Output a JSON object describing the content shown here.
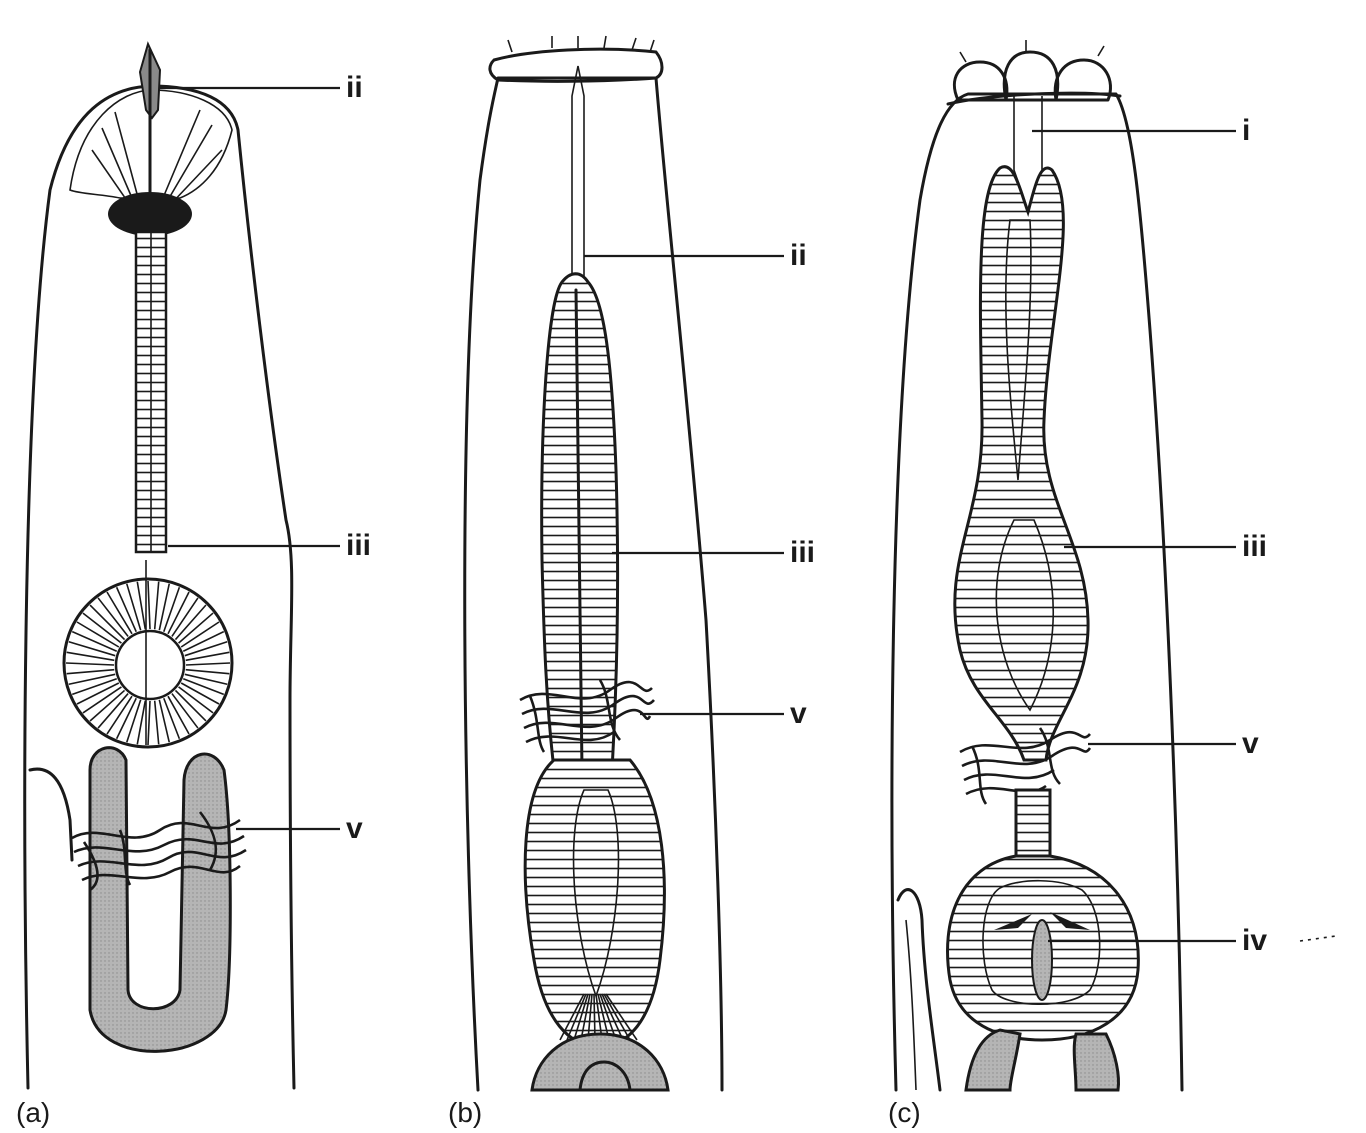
{
  "panels": {
    "a": {
      "label": "(a)",
      "callouts": [
        "ii",
        "iii",
        "v"
      ]
    },
    "b": {
      "label": "(b)",
      "callouts": [
        "ii",
        "iii",
        "v"
      ]
    },
    "c": {
      "label": "(c)",
      "callouts": [
        "i",
        "iii",
        "v",
        "iv"
      ]
    }
  },
  "colors": {
    "ink": "#1a1a1a",
    "shade": "#b5b5b5",
    "paper": "#ffffff"
  }
}
